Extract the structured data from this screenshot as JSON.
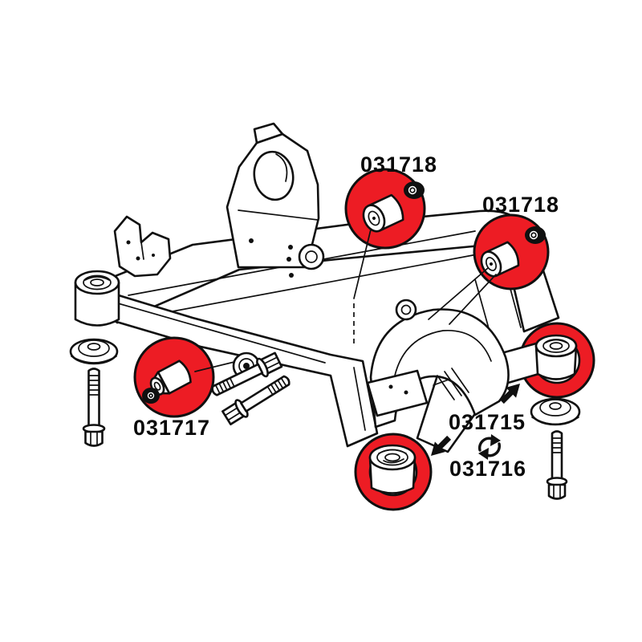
{
  "diagram": {
    "description": "rear subframe line drawing with red highlighted bushings",
    "part_labels": [
      {
        "text": "031718"
      },
      {
        "text": "031718"
      },
      {
        "text": "031717"
      },
      {
        "text": "031715"
      },
      {
        "text": "031716"
      }
    ],
    "colors": {
      "highlight_red": "#ED1C24",
      "line": "#101010",
      "background": "#ffffff"
    },
    "icons": {
      "swap": "circular-swap-arrows",
      "arrow_down_left": "arrow-southwest",
      "arrow_up_right": "arrow-northeast"
    }
  }
}
